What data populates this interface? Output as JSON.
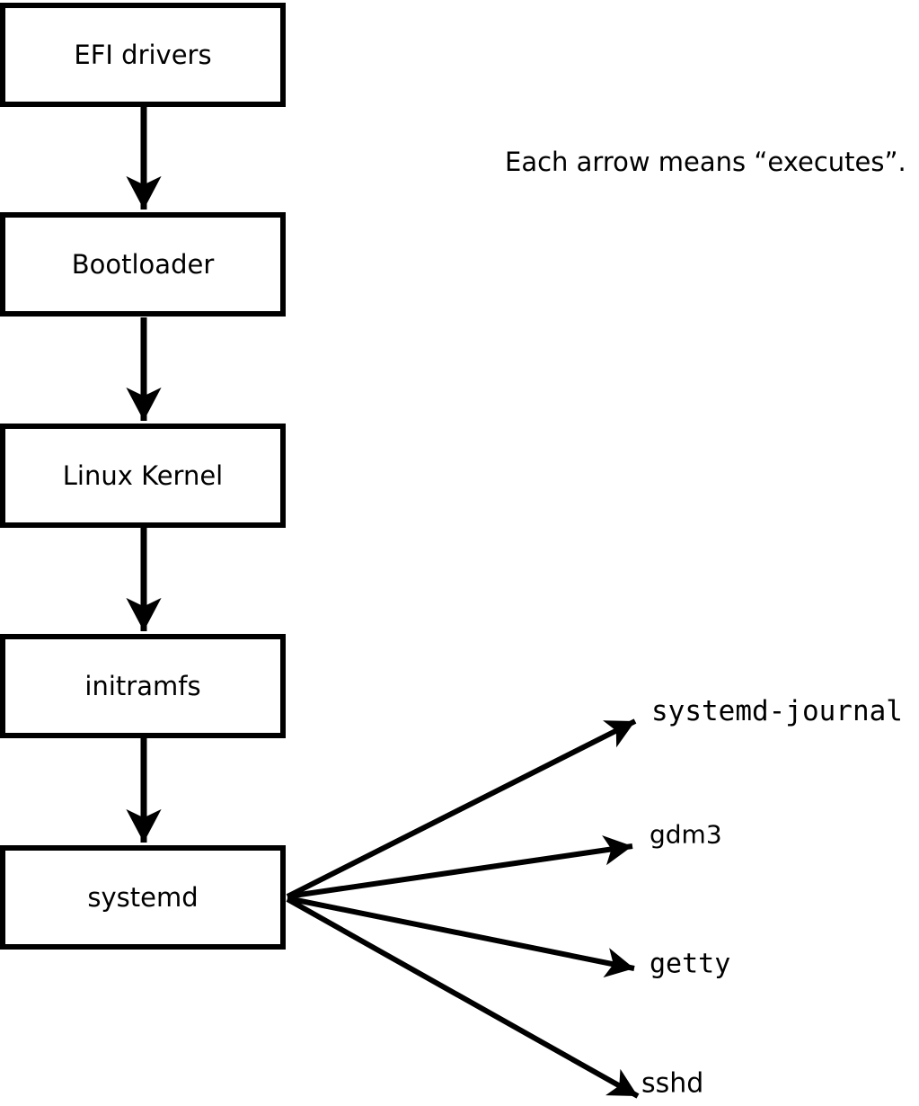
{
  "note": "Each arrow means “executes”.",
  "chain": [
    {
      "label": "EFI drivers"
    },
    {
      "label": "Bootloader"
    },
    {
      "label": "Linux Kernel"
    },
    {
      "label": "initramfs"
    },
    {
      "label": "systemd"
    }
  ],
  "children": [
    {
      "label": "systemd-journal"
    },
    {
      "label": "gdm3"
    },
    {
      "label": "getty"
    },
    {
      "label": "sshd"
    }
  ],
  "colors": {
    "foreground": "#000000",
    "background": "#ffffff"
  }
}
